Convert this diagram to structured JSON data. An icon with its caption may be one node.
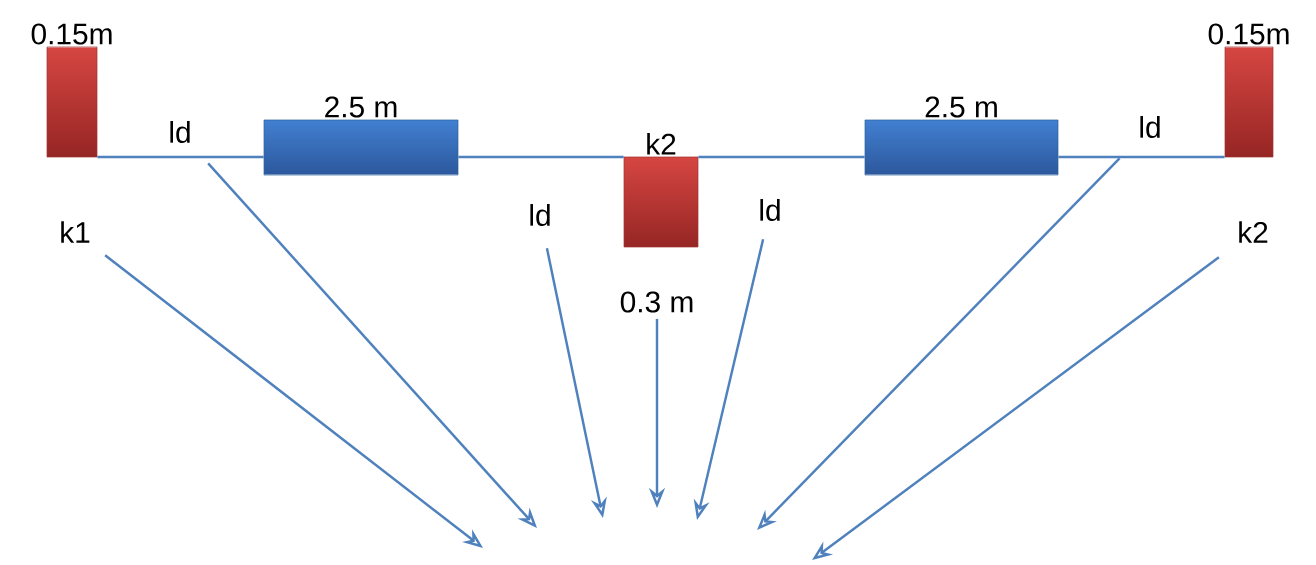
{
  "diagram": {
    "nodes": [
      {
        "text": [
          "0.15m"
        ]
      },
      {
        "text": [
          "2.5 m"
        ]
      },
      {
        "text": [
          "k2"
        ]
      },
      {
        "text": [
          "2.5 m"
        ]
      },
      {
        "text": [
          "0.15m"
        ]
      },
      {
        "text": [
          "ld"
        ]
      },
      {
        "text": [
          "k1"
        ]
      },
      {
        "text": [
          "ld"
        ]
      },
      {
        "text": [
          "0.3 m"
        ]
      },
      {
        "text": [
          "ld"
        ]
      },
      {
        "text": [
          "ld"
        ]
      },
      {
        "text": [
          "k2"
        ]
      }
    ],
    "edges": [
      {
        "from": 0,
        "to": 1,
        "arrow": "none"
      },
      {
        "from": 1,
        "to": 2,
        "arrow": "none"
      },
      {
        "from": 2,
        "to": 3,
        "arrow": "none"
      },
      {
        "from": 3,
        "to": 4,
        "arrow": "none"
      },
      {
        "from": 5,
        "to": null,
        "arrow": "to"
      },
      {
        "from": 6,
        "to": null,
        "arrow": "to"
      },
      {
        "from": 7,
        "to": null,
        "arrow": "to"
      },
      {
        "from": 8,
        "to": null,
        "arrow": "to"
      },
      {
        "from": 9,
        "to": null,
        "arrow": "to"
      },
      {
        "from": 10,
        "to": null,
        "arrow": "to"
      },
      {
        "from": 11,
        "to": null,
        "arrow": "to"
      }
    ]
  }
}
